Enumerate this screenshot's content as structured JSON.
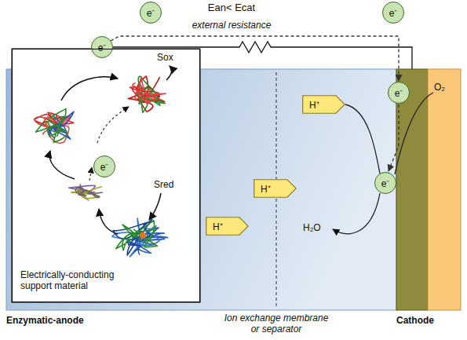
{
  "diagram": {
    "nodes": [
      {
        "text": [
          "e⁻"
        ]
      },
      {
        "text": [
          "e⁻"
        ]
      },
      {
        "text": [
          "e⁻"
        ]
      },
      {
        "text": [
          "Electrically-conducting support material"
        ]
      },
      {
        "text": [
          "e⁻"
        ],
        "in": 3
      },
      {
        "text": [
          "e⁻"
        ]
      },
      {
        "text": [
          "H⁺"
        ]
      },
      {
        "text": [
          "H⁺"
        ]
      },
      {
        "text": [
          "H⁺"
        ]
      },
      {
        "text": [
          "e⁻"
        ]
      },
      {
        "text": [
          "Cathode"
        ]
      }
    ],
    "edges": [
      {
        "from": 2,
        "to": 5,
        "arrow": "to"
      },
      {
        "from": 5,
        "to": 9,
        "arrow": "to"
      }
    ],
    "labels": [
      "Ean< Ecat",
      "external resistance",
      "Sox",
      "Sred",
      "H₂O",
      "O₂",
      "Enzymatic-anode",
      "Ion exchange membrane or separator"
    ]
  }
}
